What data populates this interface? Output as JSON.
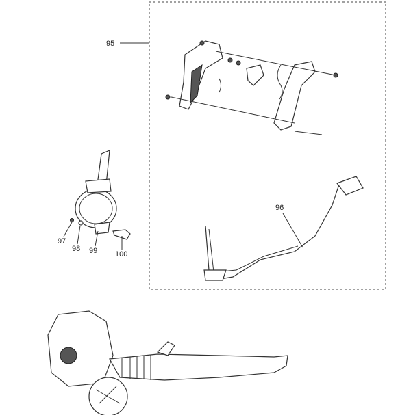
{
  "diagram": {
    "callouts": [
      {
        "id": "95",
        "label": "95"
      },
      {
        "id": "96",
        "label": "96"
      },
      {
        "id": "97",
        "label": "97"
      },
      {
        "id": "98",
        "label": "98"
      },
      {
        "id": "99",
        "label": "99"
      },
      {
        "id": "100",
        "label": "100"
      }
    ]
  }
}
